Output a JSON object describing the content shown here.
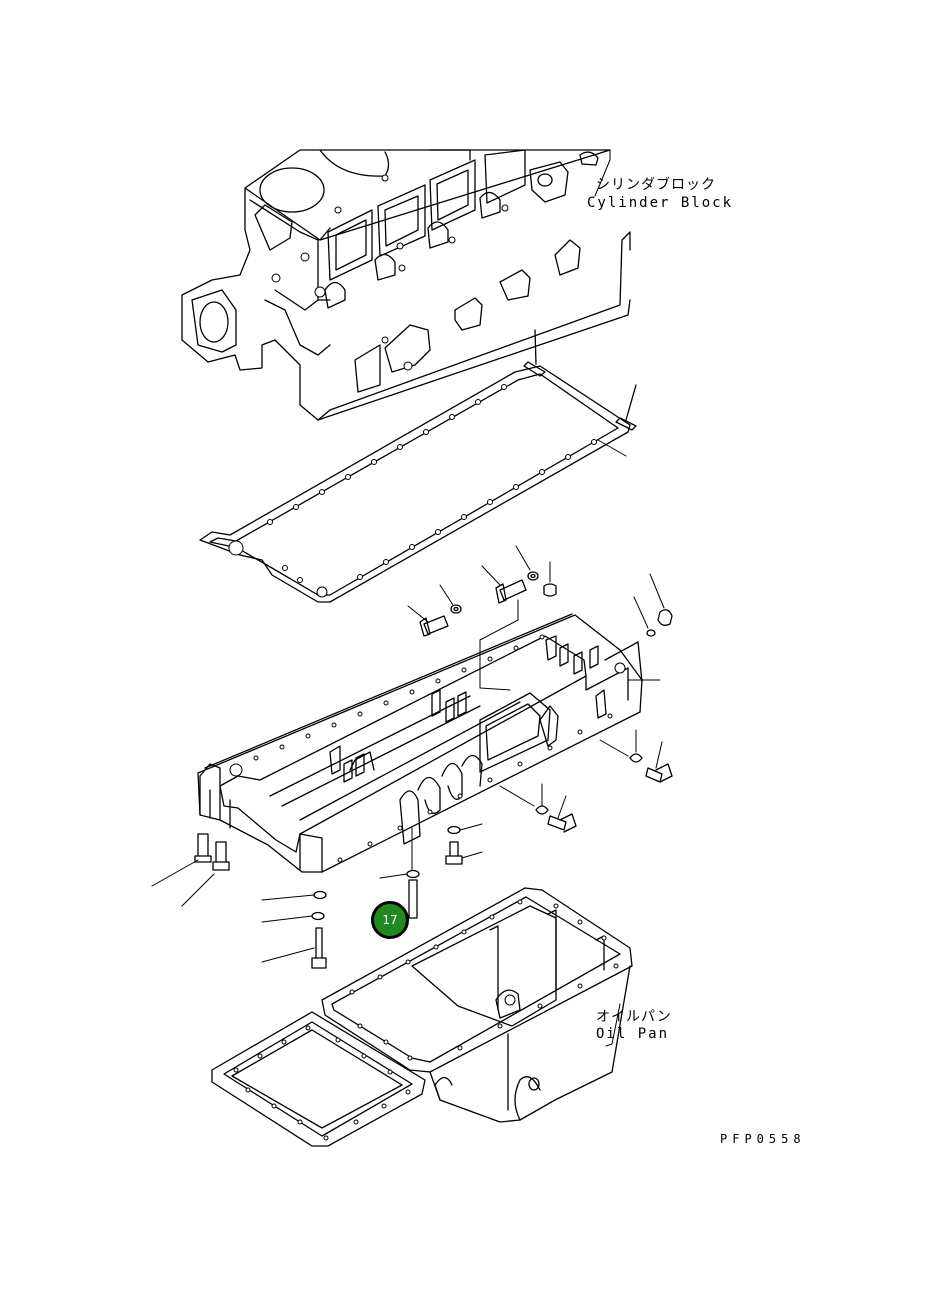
{
  "labels": {
    "cylinder_block_jp": "シリンダブロック",
    "cylinder_block_en": "Cylinder Block",
    "oil_pan_jp": "オイルパン",
    "oil_pan_en": "Oil Pan",
    "drawing_code": "PFP0558"
  },
  "callouts": [
    {
      "number": "17",
      "color": "#1f8a1f"
    }
  ],
  "colors": {
    "line": "#000000",
    "background": "#ffffff",
    "callout_fill": "#1f8a1f"
  }
}
